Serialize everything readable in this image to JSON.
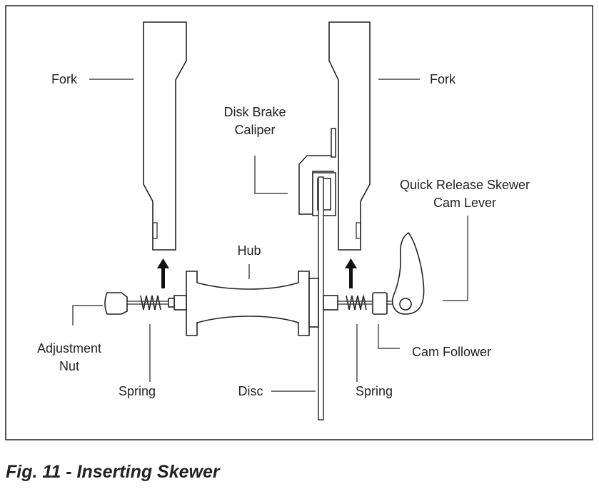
{
  "labels": {
    "fork_left": "Fork",
    "fork_right": "Fork",
    "disk_brake_caliper": [
      "Disk Brake",
      "Caliper"
    ],
    "hub": "Hub",
    "quick_release": [
      "Quick Release Skewer",
      "Cam Lever"
    ],
    "adjustment_nut": [
      "Adjustment",
      "Nut"
    ],
    "spring_left": "Spring",
    "disc": "Disc",
    "spring_right": "Spring",
    "cam_follower": "Cam Follower"
  },
  "caption": "Fig. 11 - Inserting Skewer"
}
